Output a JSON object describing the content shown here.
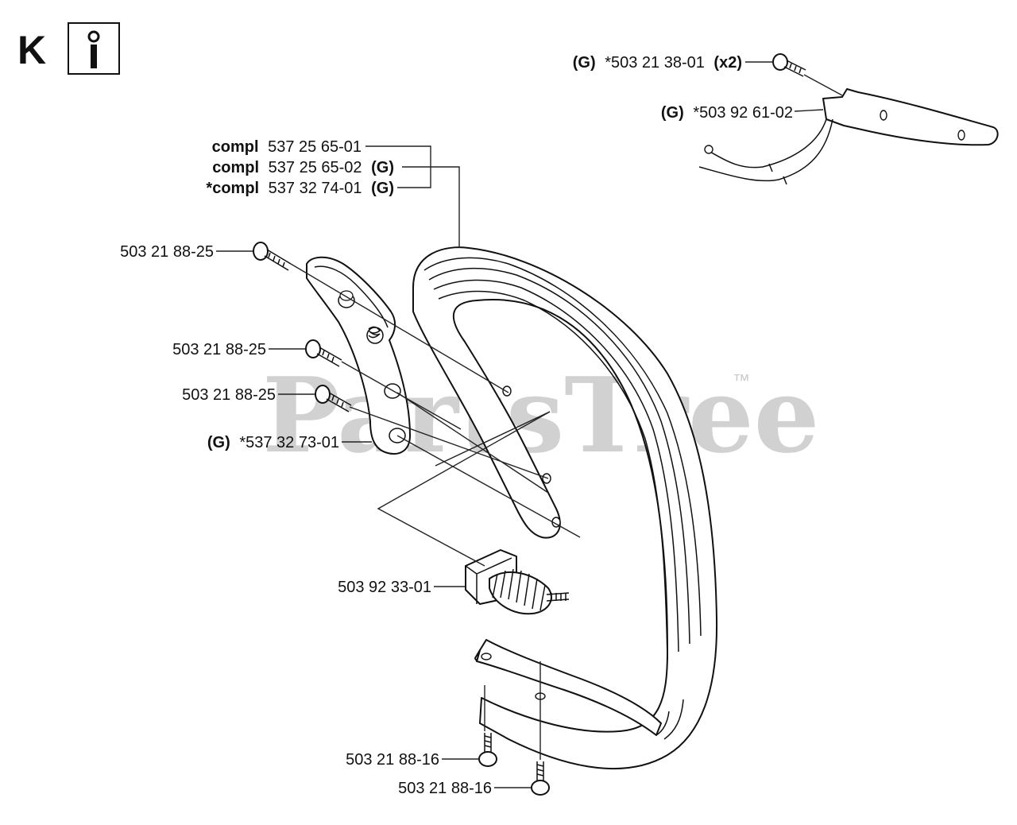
{
  "section_letter": "K",
  "info_icon": "info-icon",
  "watermark": {
    "text": "PartsTree",
    "tm": "™"
  },
  "labels": {
    "handle_compl_1": {
      "prefix": "compl",
      "number": "537 25 65-01",
      "suffix": ""
    },
    "handle_compl_2": {
      "prefix": "compl",
      "number": "537 25 65-02",
      "suffix": "(G)"
    },
    "handle_compl_3": {
      "prefix": "*compl",
      "number": "537 32 74-01",
      "suffix": "(G)"
    },
    "screw_top": {
      "prefix": "(G)",
      "number": "*503 21 38-01",
      "suffix": "(x2)"
    },
    "heater_element": {
      "prefix": "(G)",
      "number": "*503 92 61-02",
      "suffix": ""
    },
    "screw_1": {
      "text": "503 21 88-25"
    },
    "screw_2": {
      "text": "503 21 88-25"
    },
    "screw_3": {
      "text": "503 21 88-25"
    },
    "bracket": {
      "prefix": "(G)",
      "number": "*537 32 73-01"
    },
    "spring": {
      "text": "503 92 33-01"
    },
    "screw_bottom_1": {
      "text": "503 21 88-16"
    },
    "screw_bottom_2": {
      "text": "503 21 88-16"
    }
  }
}
